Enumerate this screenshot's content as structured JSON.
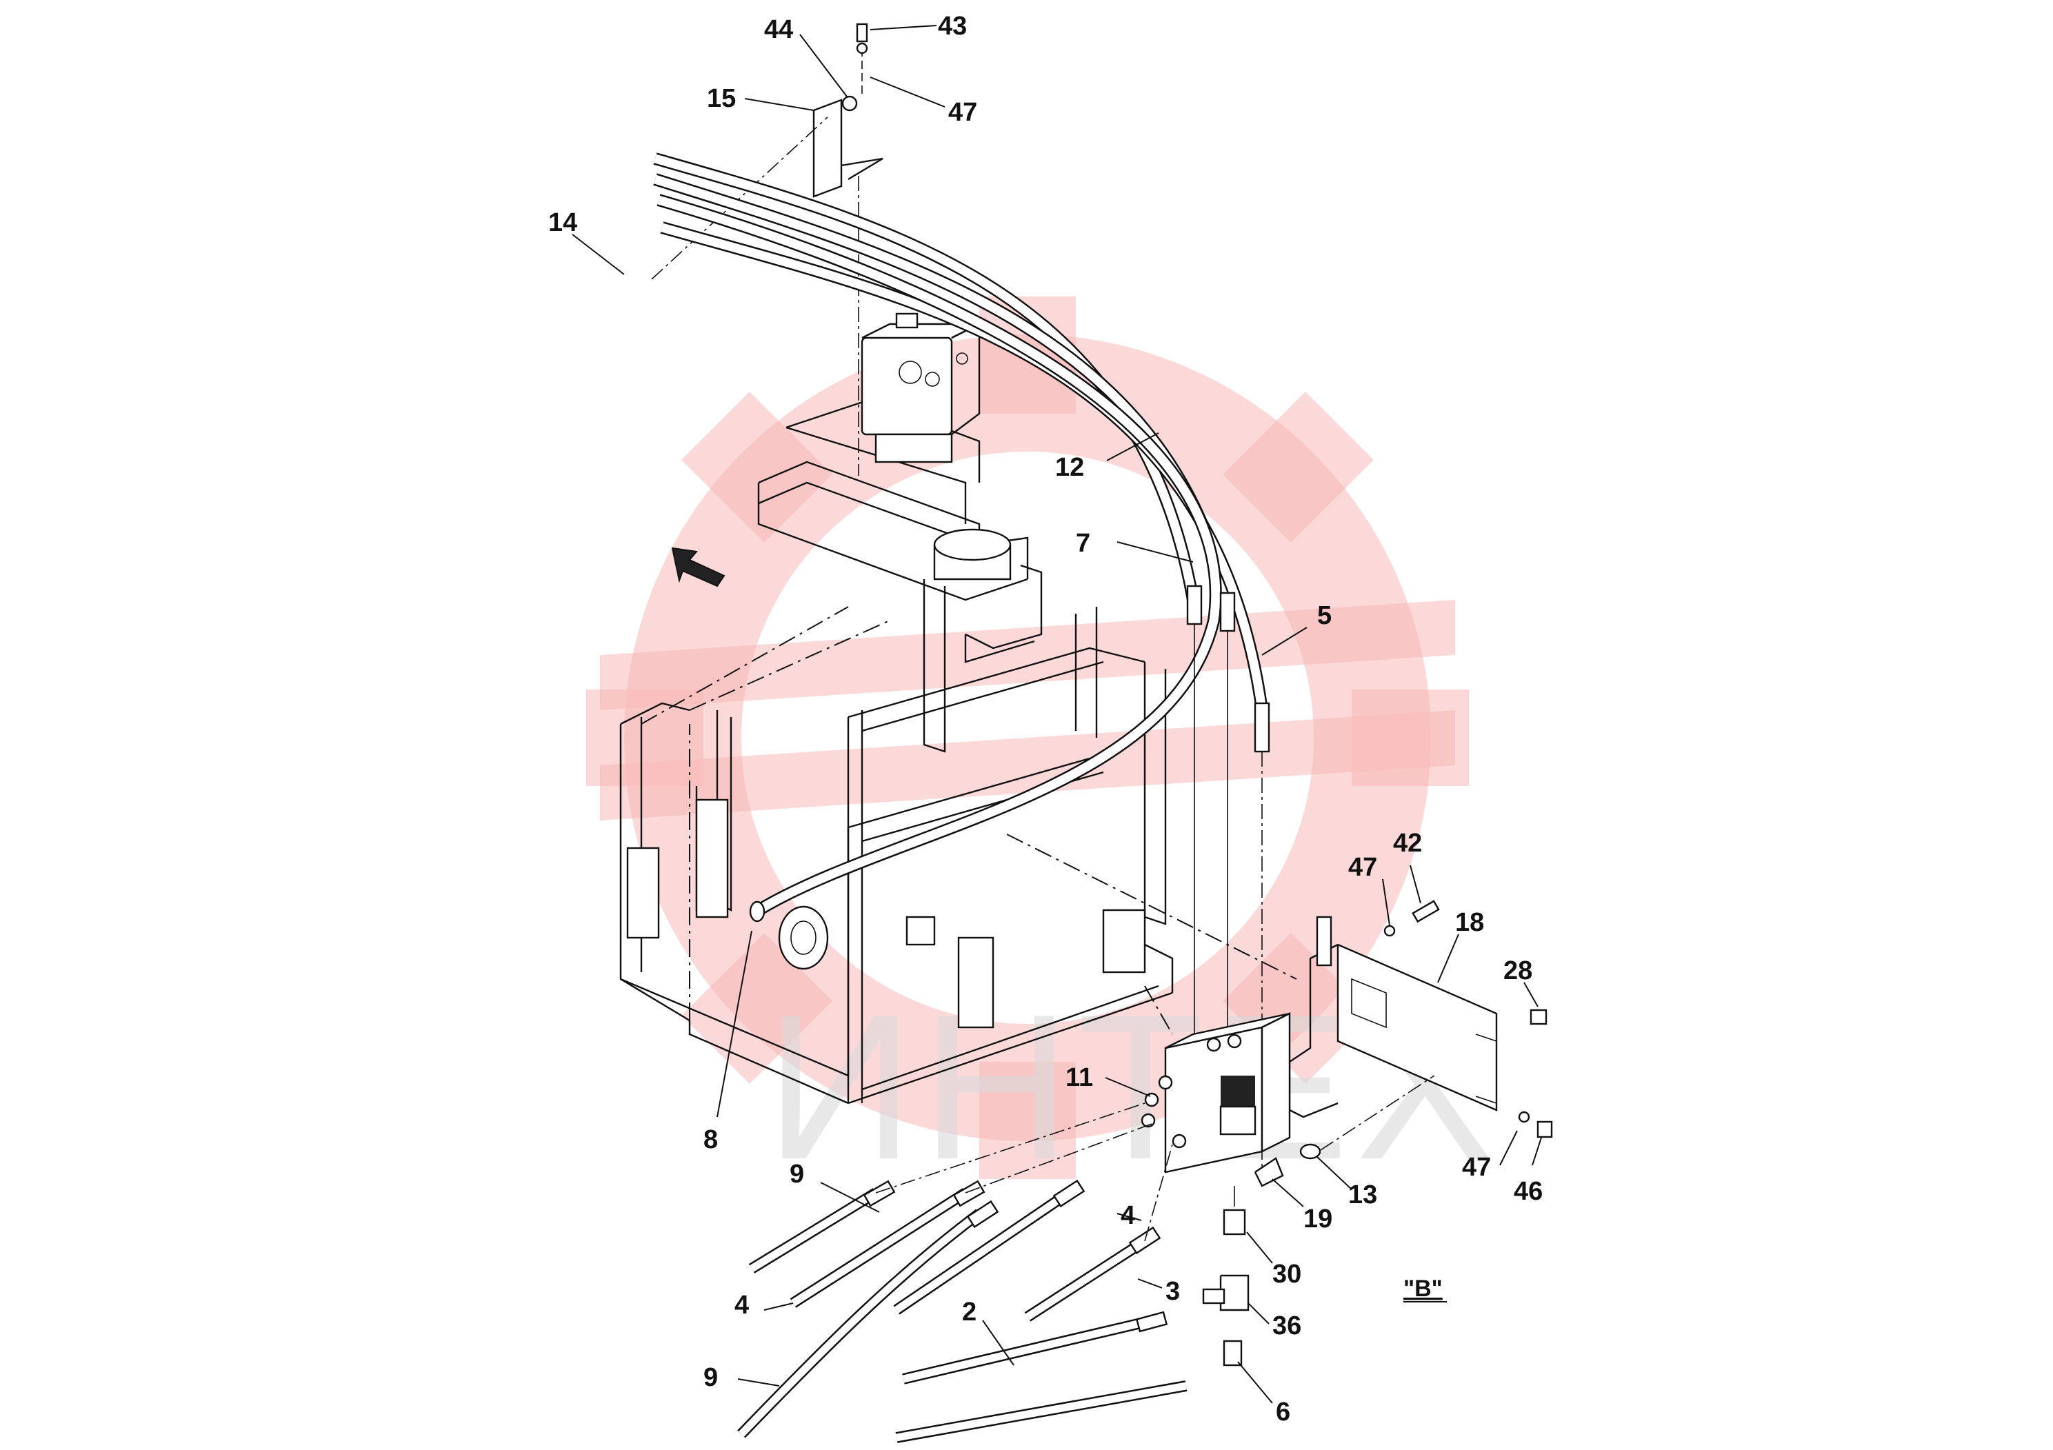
{
  "diagram": {
    "watermark_text": "ИНТЕХ",
    "watermark_color": "#f5a0a0",
    "view_label": "\"B\"",
    "callouts": [
      {
        "id": "43",
        "text": "43"
      },
      {
        "id": "44",
        "text": "44"
      },
      {
        "id": "15",
        "text": "15"
      },
      {
        "id": "47a",
        "text": "47"
      },
      {
        "id": "14",
        "text": "14"
      },
      {
        "id": "12",
        "text": "12"
      },
      {
        "id": "7",
        "text": "7"
      },
      {
        "id": "5",
        "text": "5"
      },
      {
        "id": "47b",
        "text": "47"
      },
      {
        "id": "42",
        "text": "42"
      },
      {
        "id": "18",
        "text": "18"
      },
      {
        "id": "28",
        "text": "28"
      },
      {
        "id": "11",
        "text": "11"
      },
      {
        "id": "8",
        "text": "8"
      },
      {
        "id": "9a",
        "text": "9"
      },
      {
        "id": "4a",
        "text": "4"
      },
      {
        "id": "4b",
        "text": "4"
      },
      {
        "id": "13",
        "text": "13"
      },
      {
        "id": "47c",
        "text": "47"
      },
      {
        "id": "46",
        "text": "46"
      },
      {
        "id": "19",
        "text": "19"
      },
      {
        "id": "30",
        "text": "30"
      },
      {
        "id": "3",
        "text": "3"
      },
      {
        "id": "2",
        "text": "2"
      },
      {
        "id": "36",
        "text": "36"
      },
      {
        "id": "9b",
        "text": "9"
      },
      {
        "id": "6",
        "text": "6"
      }
    ]
  }
}
